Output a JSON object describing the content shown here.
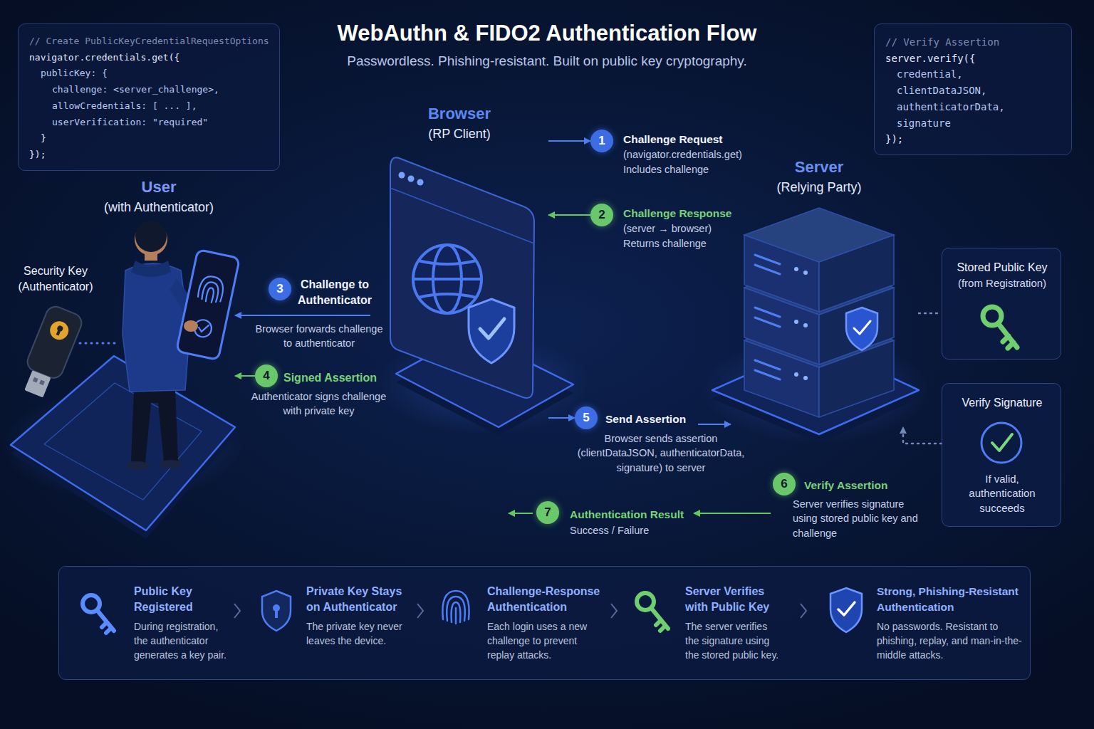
{
  "diagram": {
    "title": "WebAuthn & FIDO2 Authentication Flow",
    "caption": "Passwordless. Phishing-resistant. Built on public key cryptography.",
    "nodes": [
      {
        "text": [
          "// Create PublicKeyCredentialRequestOptions",
          "navigator.credentials.get({",
          "publicKey: {",
          "challenge: <server_challenge>,",
          "allowCredentials: [ ... ],",
          "userVerification: \"required\"",
          "}",
          "});"
        ]
      },
      {
        "text": [
          "// Verify Assertion",
          "server.verify({",
          "credential,",
          "clientDataJSON,",
          "authenticatorData,",
          "signature",
          "});"
        ]
      },
      {
        "text": [
          "Browser",
          "(RP Client)"
        ]
      },
      {
        "text": [
          "1"
        ]
      },
      {
        "text": [
          "Server",
          "(Relying Party)"
        ]
      },
      {
        "text": [
          "User",
          "(with Authenticator)"
        ]
      },
      {
        "text": [
          "2"
        ]
      },
      {
        "text": [
          "Stored Public Key",
          "(from Registration)"
        ]
      },
      {
        "text": [
          "3"
        ]
      },
      {
        "text": [
          "4"
        ]
      },
      {
        "text": [
          "Verify Signature",
          "If valid, authentication succeeds"
        ]
      },
      {
        "text": [
          "5"
        ]
      },
      {
        "text": [
          "6"
        ]
      },
      {
        "text": [
          "7"
        ]
      },
      {
        "text": [
          "Public Key Registered",
          "During registration, the authenticator generates a key pair.",
          "Private Key Stays on Authenticator",
          "The private key never leaves the device.",
          "Challenge-Response Authentication",
          "Each login uses a new challenge to prevent replay attacks.",
          "Server Verifies with Public Key",
          "The server verifies the signature using the stored public key.",
          "Strong, Phishing-Resistant Authentication",
          "No passwords. Resistant to phishing, replay, and man-in-the-middle attacks."
        ]
      }
    ],
    "edges": [
      {
        "from": 2,
        "to": 3,
        "arrow": "to"
      },
      {
        "from": 6,
        "to": 2,
        "arrow": "to"
      },
      {
        "from": 2,
        "to": 5,
        "arrow": "to"
      },
      {
        "from": 9,
        "to": 5,
        "arrow": "to"
      },
      {
        "from": 2,
        "to": 11,
        "arrow": "to"
      },
      {
        "from": 4,
        "to": 7,
        "arrow": "none"
      },
      {
        "from": 10,
        "to": 4,
        "arrow": "to"
      }
    ],
    "labels": [
      "Security Key (Authenticator)",
      "Challenge Request",
      "(navigator.credentials.get)",
      "Includes challenge",
      "Challenge Response",
      "(server → browser)",
      "Returns challenge",
      "Challenge to Authenticator",
      "Browser forwards challenge to authenticator",
      "Signed Assertion",
      "Authenticator signs challenge with private key",
      "Send Assertion",
      "Browser sends assertion (clientDataJSON, authenticatorData, signature) to server",
      "Verify Assertion",
      "Server verifies signature using stored public key and challenge",
      "Authentication Result",
      "Success / Failure"
    ]
  }
}
